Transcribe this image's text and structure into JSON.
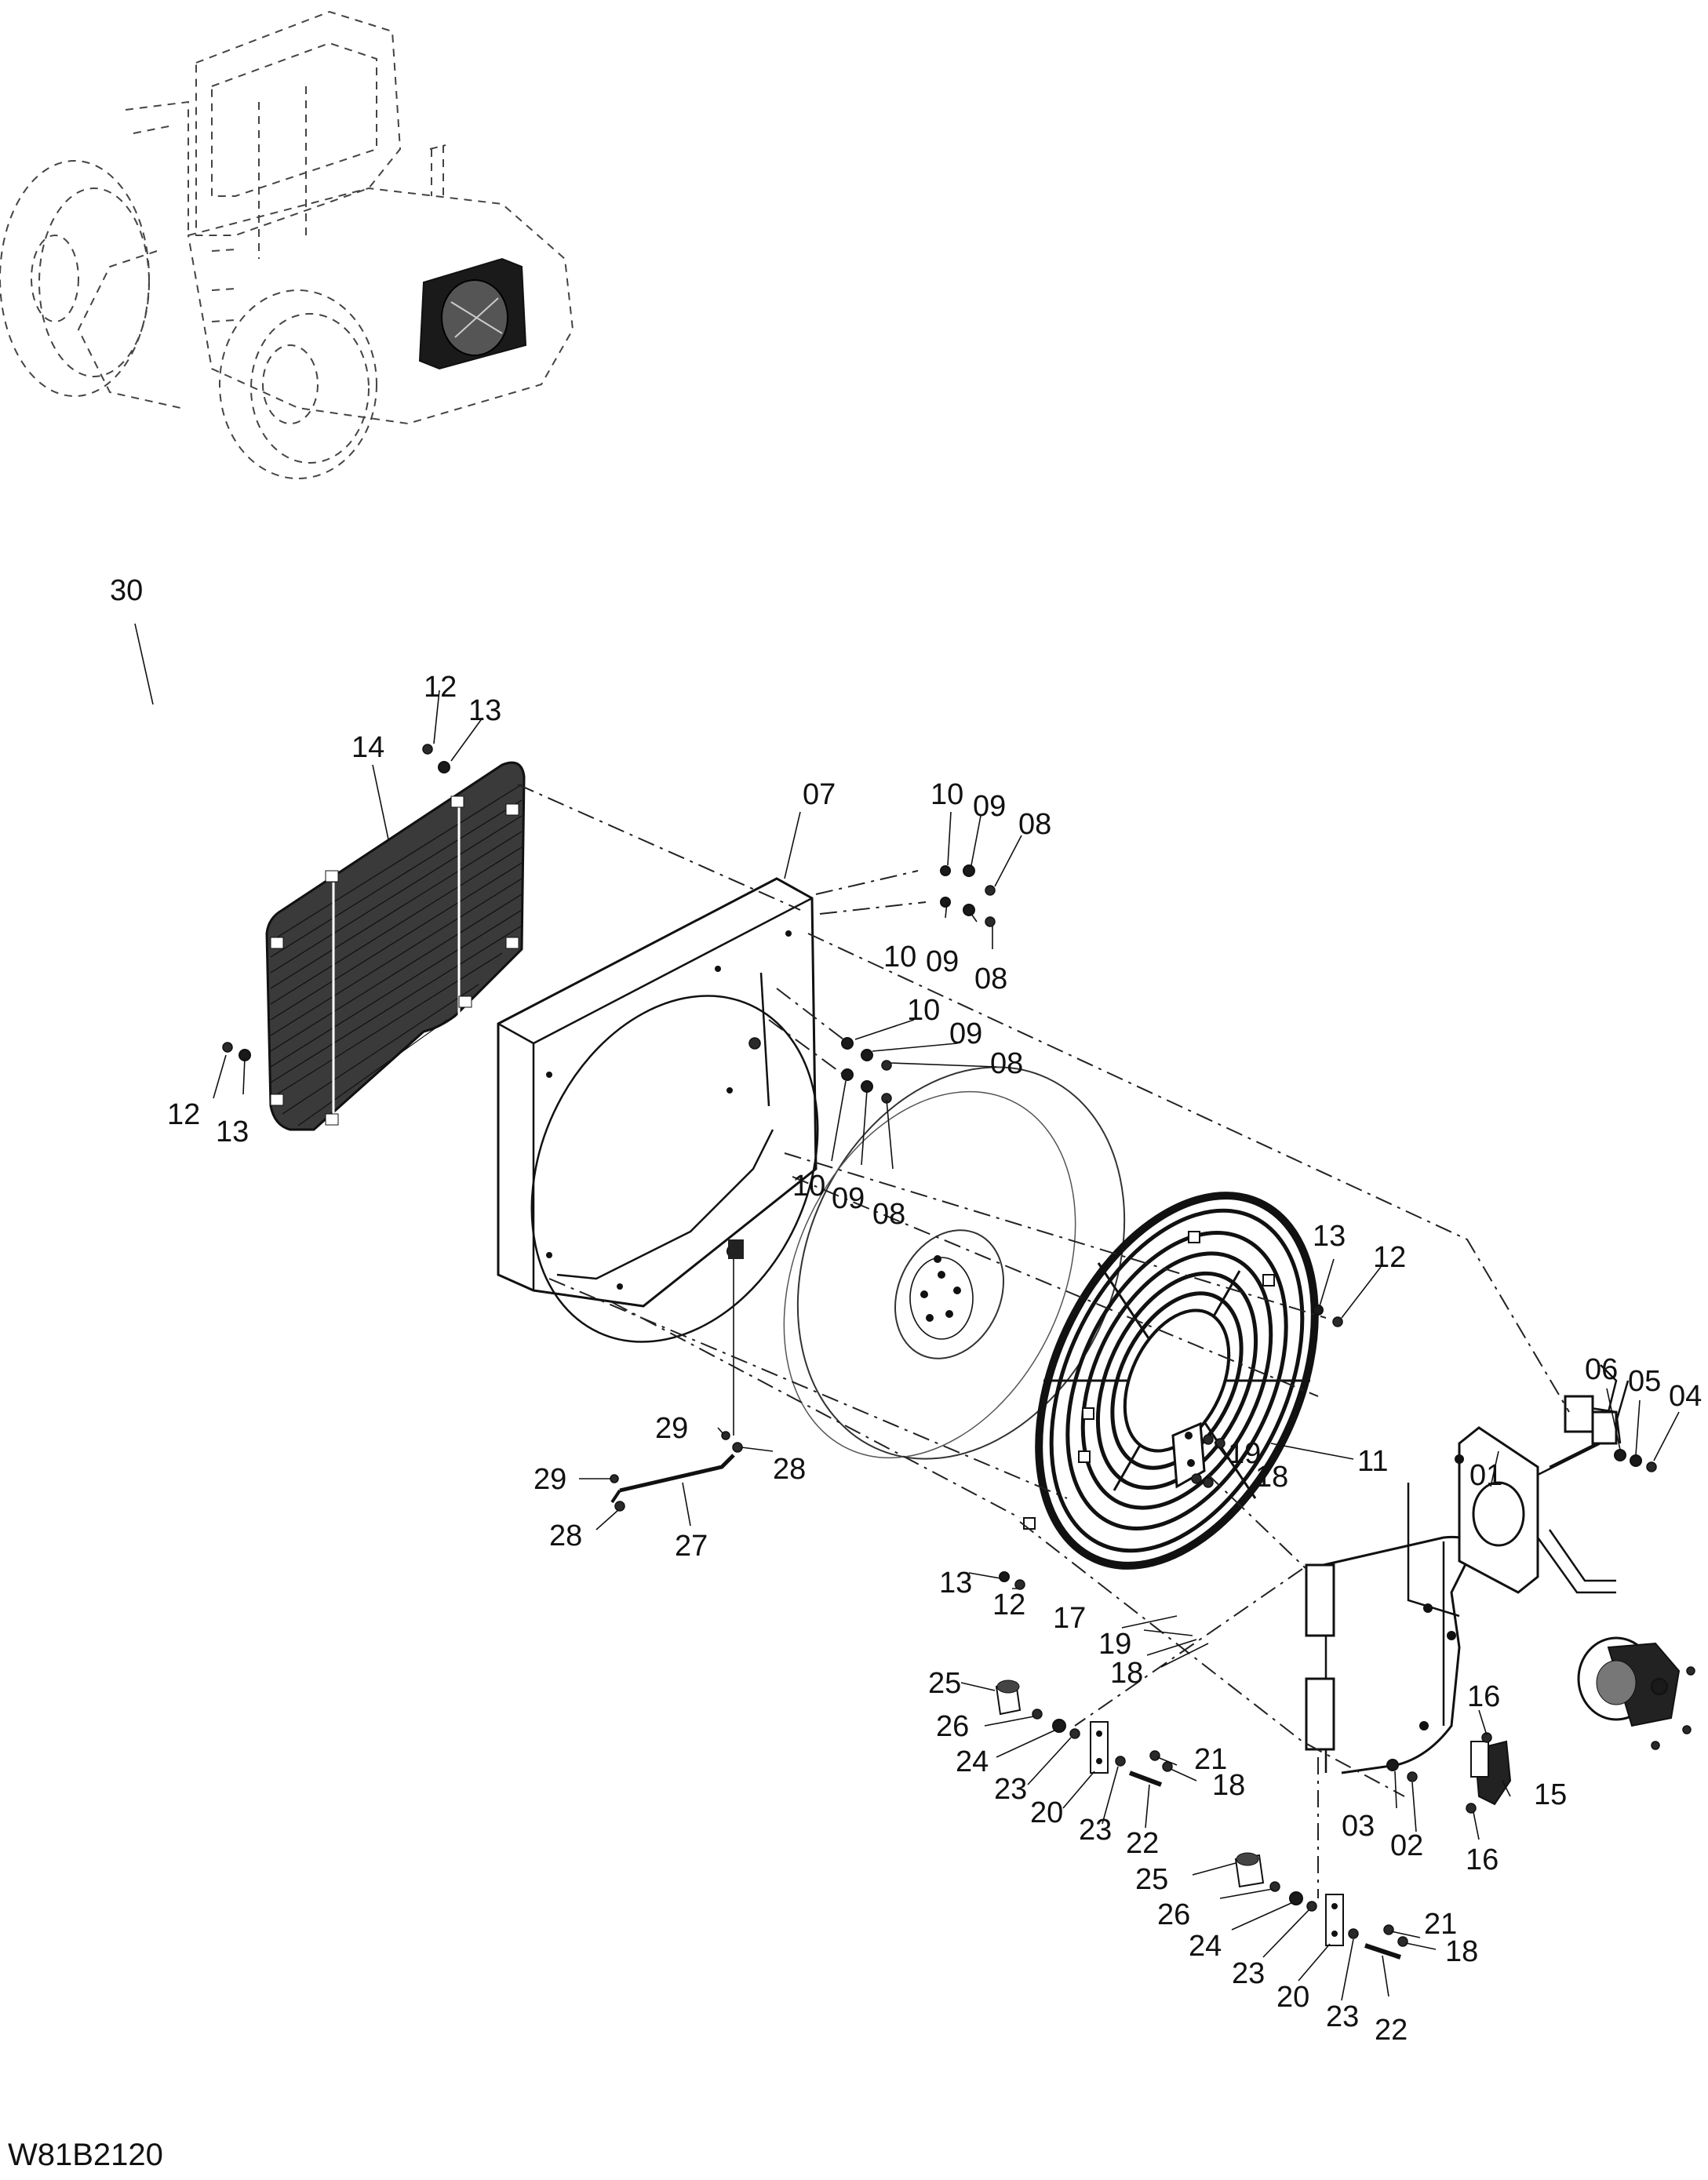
{
  "drawing_code": "W81B2120",
  "callouts": {
    "c30": "30",
    "c14": "14",
    "c12a": "12",
    "c13a": "13",
    "c12b": "12",
    "c13b": "13",
    "c07": "07",
    "c10a": "10",
    "c09a": "09",
    "c08a": "08",
    "c10b": "10",
    "c09b": "09",
    "c08b": "08",
    "c10c": "10",
    "c09c": "09",
    "c08c": "08",
    "c10d": "10",
    "c09d": "09",
    "c08d": "08",
    "c13c": "13",
    "c12c": "12",
    "c13d": "13",
    "c12d": "12",
    "c11": "11",
    "c06": "06",
    "c05": "05",
    "c04": "04",
    "c01": "01",
    "c29a": "29",
    "c28a": "28",
    "c29b": "29",
    "c28b": "28",
    "c27": "27",
    "c19a": "19",
    "c18a": "18",
    "c17": "17",
    "c19b": "19",
    "c18b": "18",
    "c25a": "25",
    "c26a": "26",
    "c24a": "24",
    "c23a": "23",
    "c20a": "20",
    "c23b": "23",
    "c21a": "21",
    "c18c": "18",
    "c22a": "22",
    "c16a": "16",
    "c15": "15",
    "c16b": "16",
    "c03": "03",
    "c02": "02",
    "c25b": "25",
    "c26b": "26",
    "c24b": "24",
    "c23c": "23",
    "c20b": "20",
    "c23d": "23",
    "c21b": "21",
    "c18d": "18",
    "c22b": "22"
  }
}
